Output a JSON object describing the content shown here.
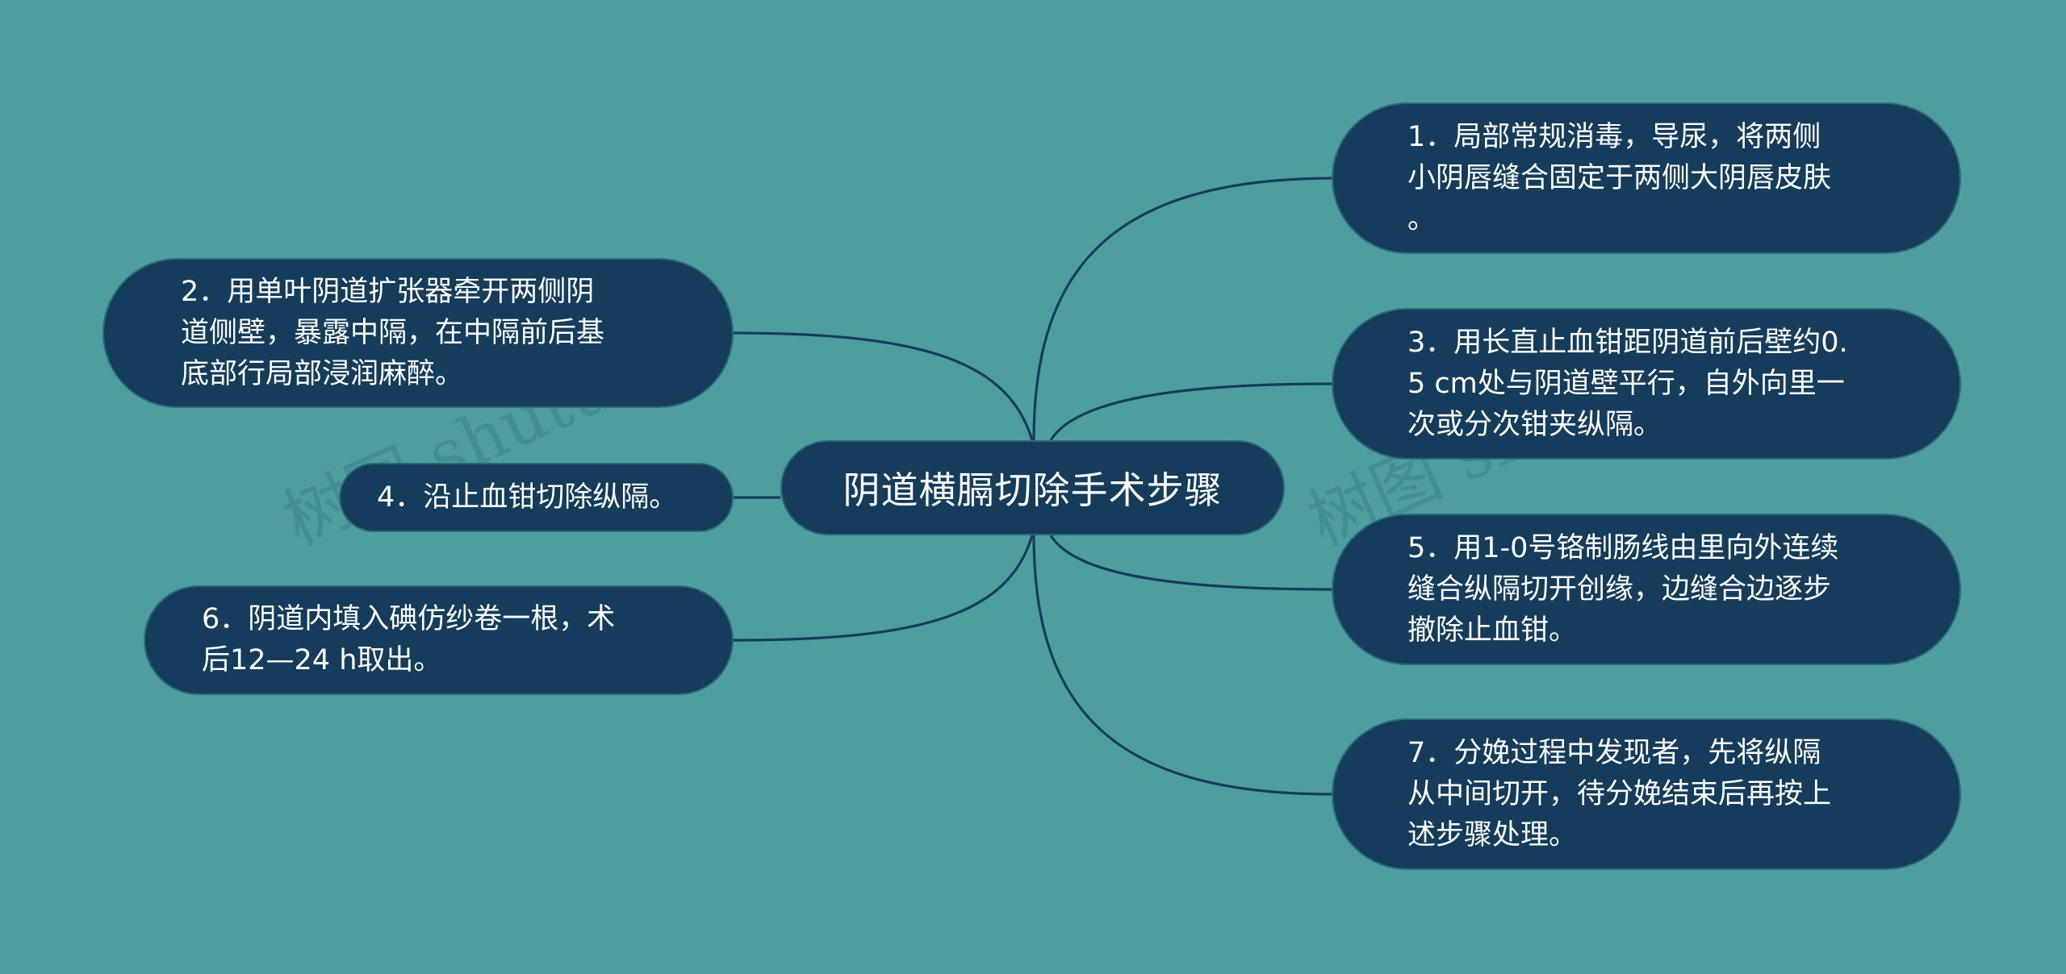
{
  "central": {
    "label": "阴道横膈切除手术步骤"
  },
  "branches": [
    {
      "id": "n1",
      "text": "1．局部常规消毒，导尿，将两侧\n小阴唇缝合固定于两侧大阴唇皮肤\n。"
    },
    {
      "id": "n2",
      "text": "2．用单叶阴道扩张器牵开两侧阴\n道侧壁，暴露中隔，在中隔前后基\n底部行局部浸润麻醉。"
    },
    {
      "id": "n3",
      "text": "3．用长直止血钳距阴道前后壁约0.\n5 cm处与阴道壁平行，自外向里一\n次或分次钳夹纵隔。"
    },
    {
      "id": "n4",
      "text": "4．沿止血钳切除纵隔。"
    },
    {
      "id": "n5",
      "text": "5．用1-0号铬制肠线由里向外连续\n缝合纵隔切开创缘，边缝合边逐步\n撤除止血钳。"
    },
    {
      "id": "n6",
      "text": "6．阴道内填入碘仿纱卷一根，术\n后12—24 h取出。"
    },
    {
      "id": "n7",
      "text": "7．分娩过程中发现者，先将纵隔\n从中间切开，待分娩结束后再按上\n述步骤处理。"
    }
  ],
  "watermarks": [
    "树图 shutu.cn",
    "树图 shutu.cn"
  ],
  "colors": {
    "background": "#4e9e9e",
    "node": "#163c5b",
    "link": "#163c5b",
    "text": "#ffffff"
  }
}
